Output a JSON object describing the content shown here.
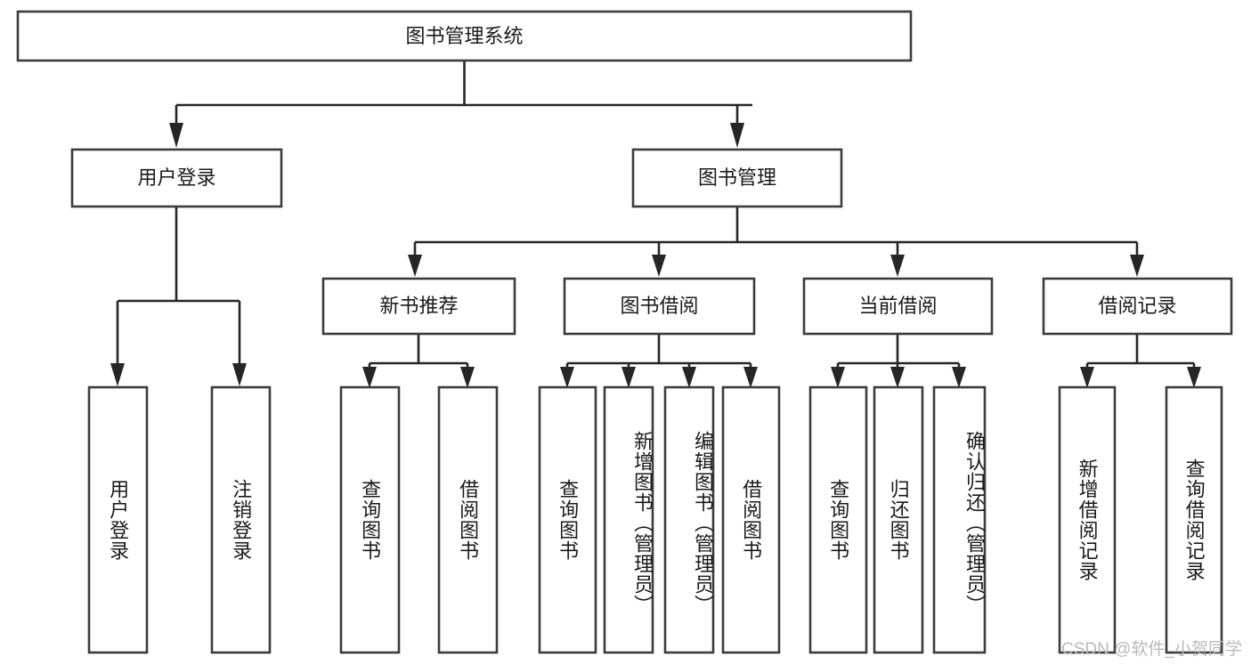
{
  "diagram": {
    "title": "图书管理系统",
    "type": "tree-hierarchy",
    "watermark": "CSDN @软件_小贺同学",
    "colors": {
      "box_fill": "#ffffff",
      "box_stroke": "#3c3c3c",
      "connector": "#262626",
      "text": "#1a1a1a",
      "watermark": "#b9b9b9",
      "background": "#ffffff"
    },
    "root": {
      "label": "图书管理系统"
    },
    "level2": [
      {
        "label": "用户登录"
      },
      {
        "label": "图书管理"
      }
    ],
    "level3": [
      {
        "label": "新书推荐"
      },
      {
        "label": "图书借阅"
      },
      {
        "label": "当前借阅"
      },
      {
        "label": "借阅记录"
      }
    ],
    "leaves": {
      "user_login": [
        {
          "label": "用户登录"
        },
        {
          "label": "注销登录"
        }
      ],
      "new_book_recommend": [
        {
          "label": "查询图书"
        },
        {
          "label": "借阅图书"
        }
      ],
      "book_borrow": [
        {
          "label": "查询图书"
        },
        {
          "label": "新增图书（管理员）"
        },
        {
          "label": "编辑图书（管理员）"
        },
        {
          "label": "借阅图书"
        }
      ],
      "current_borrow": [
        {
          "label": "查询图书"
        },
        {
          "label": "归还图书"
        },
        {
          "label": "确认归还（管理员）"
        }
      ],
      "borrow_record": [
        {
          "label": "新增借阅记录"
        },
        {
          "label": "查询借阅记录"
        }
      ]
    }
  }
}
